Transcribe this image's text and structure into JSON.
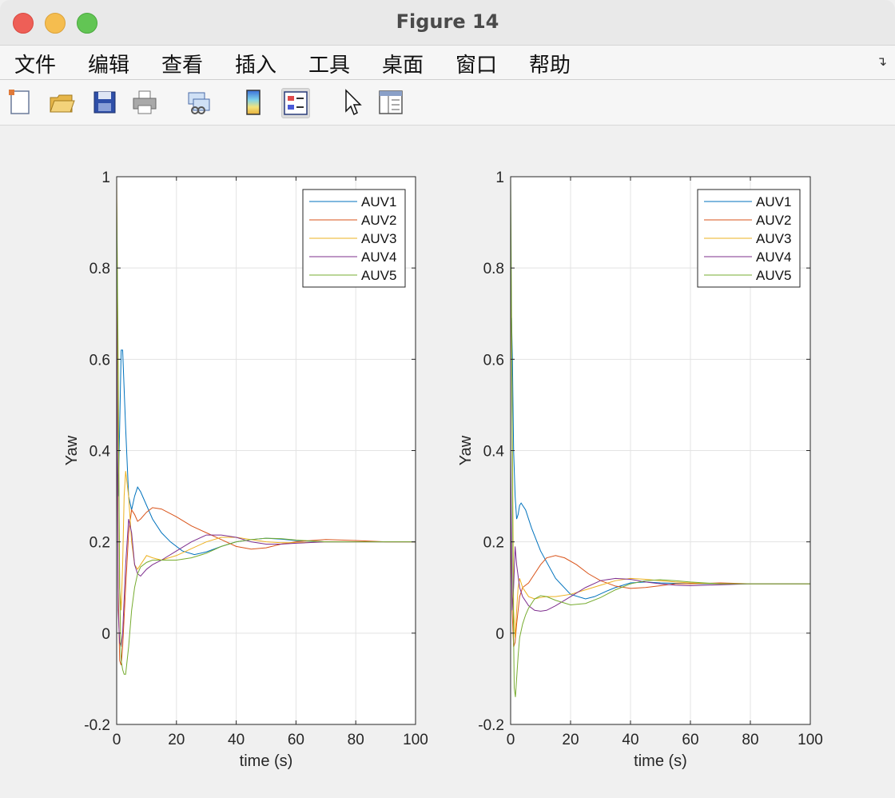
{
  "window": {
    "title": "Figure 14"
  },
  "menu": [
    "文件",
    "编辑",
    "查看",
    "插入",
    "工具",
    "桌面",
    "窗口",
    "帮助"
  ],
  "toolbar": [
    {
      "name": "new-figure-icon"
    },
    {
      "name": "open-file-icon"
    },
    {
      "name": "save-icon"
    },
    {
      "name": "print-icon"
    },
    {
      "name": "link-icon"
    },
    {
      "name": "colorbar-icon"
    },
    {
      "name": "legend-icon"
    },
    {
      "name": "pointer-icon"
    },
    {
      "name": "property-editor-icon"
    }
  ],
  "colors": {
    "AUV1": "#0072BD",
    "AUV2": "#D95319",
    "AUV3": "#EDB120",
    "AUV4": "#7E2F8E",
    "AUV5": "#77AC30"
  },
  "chart_data": [
    {
      "type": "line",
      "xlabel": "time (s)",
      "ylabel": "Yaw",
      "xlim": [
        0,
        100
      ],
      "ylim": [
        -0.2,
        1
      ],
      "xticks": [
        0,
        20,
        40,
        60,
        80,
        100
      ],
      "yticks": [
        -0.2,
        0,
        0.2,
        0.4,
        0.6,
        0.8,
        1
      ],
      "ytick_labels": [
        "-0.2",
        "0",
        "0.2",
        "0.4",
        "0.6",
        "0.8",
        "1"
      ],
      "grid": true,
      "legend": "top-right",
      "series": [
        {
          "name": "AUV1",
          "x": [
            0,
            0.5,
            1,
            1.5,
            2,
            3,
            4,
            5,
            6,
            7,
            8,
            10,
            12,
            15,
            18,
            22,
            26,
            30,
            35,
            40,
            45,
            50,
            55,
            60,
            70,
            80,
            90,
            100
          ],
          "y": [
            0.5,
            0.3,
            0.45,
            0.62,
            0.62,
            0.45,
            0.3,
            0.27,
            0.3,
            0.32,
            0.31,
            0.28,
            0.25,
            0.22,
            0.2,
            0.18,
            0.172,
            0.178,
            0.19,
            0.2,
            0.205,
            0.208,
            0.206,
            0.203,
            0.2,
            0.2,
            0.2,
            0.2
          ]
        },
        {
          "name": "AUV2",
          "x": [
            0,
            0.5,
            1,
            1.5,
            2,
            3,
            4,
            5,
            6,
            7,
            8,
            10,
            12,
            15,
            20,
            25,
            30,
            35,
            40,
            45,
            50,
            55,
            60,
            65,
            70,
            80,
            90,
            100
          ],
          "y": [
            0.8,
            0.1,
            -0.06,
            -0.07,
            -0.03,
            0.1,
            0.22,
            0.27,
            0.26,
            0.245,
            0.25,
            0.265,
            0.275,
            0.272,
            0.255,
            0.235,
            0.22,
            0.205,
            0.19,
            0.184,
            0.187,
            0.195,
            0.2,
            0.203,
            0.205,
            0.203,
            0.2,
            0.2
          ]
        },
        {
          "name": "AUV3",
          "x": [
            0,
            0.5,
            1,
            1.5,
            2,
            2.5,
            3,
            4,
            5,
            6,
            7,
            8,
            10,
            12,
            15,
            20,
            25,
            30,
            35,
            40,
            45,
            50,
            55,
            60,
            70,
            80,
            90,
            100
          ],
          "y": [
            1,
            0.5,
            0.1,
            0.05,
            0.15,
            0.3,
            0.355,
            0.3,
            0.2,
            0.15,
            0.14,
            0.15,
            0.17,
            0.165,
            0.16,
            0.17,
            0.185,
            0.2,
            0.21,
            0.21,
            0.205,
            0.2,
            0.198,
            0.198,
            0.2,
            0.2,
            0.2,
            0.2
          ]
        },
        {
          "name": "AUV4",
          "x": [
            0,
            0.5,
            1,
            1.5,
            2,
            3,
            4,
            5,
            6,
            7,
            8,
            10,
            12,
            15,
            20,
            25,
            30,
            35,
            40,
            45,
            50,
            55,
            60,
            70,
            80,
            90,
            100
          ],
          "y": [
            0.75,
            0.05,
            -0.02,
            -0.03,
            0,
            0.15,
            0.25,
            0.22,
            0.15,
            0.13,
            0.125,
            0.14,
            0.15,
            0.16,
            0.18,
            0.2,
            0.215,
            0.215,
            0.21,
            0.2,
            0.195,
            0.195,
            0.197,
            0.2,
            0.2,
            0.2,
            0.2
          ]
        },
        {
          "name": "AUV5",
          "x": [
            0,
            0.5,
            1,
            1.5,
            2,
            2.5,
            3,
            4,
            5,
            6,
            7,
            8,
            10,
            12,
            15,
            20,
            25,
            30,
            35,
            40,
            45,
            50,
            55,
            60,
            70,
            80,
            90,
            100
          ],
          "y": [
            0.95,
            0.6,
            0.1,
            -0.06,
            -0.08,
            -0.09,
            -0.09,
            -0.03,
            0.05,
            0.1,
            0.13,
            0.145,
            0.155,
            0.16,
            0.16,
            0.16,
            0.165,
            0.175,
            0.19,
            0.2,
            0.205,
            0.208,
            0.207,
            0.204,
            0.2,
            0.2,
            0.2,
            0.2
          ]
        }
      ]
    },
    {
      "type": "line",
      "xlabel": "time (s)",
      "ylabel": "Yaw",
      "xlim": [
        0,
        100
      ],
      "ylim": [
        -0.2,
        1
      ],
      "xticks": [
        0,
        20,
        40,
        60,
        80,
        100
      ],
      "yticks": [
        -0.2,
        0,
        0.2,
        0.4,
        0.6,
        0.8,
        1
      ],
      "ytick_labels": [
        "-0.2",
        "0",
        "0.2",
        "0.4",
        "0.6",
        "0.8",
        "1"
      ],
      "grid": true,
      "legend": "top-right",
      "series": [
        {
          "name": "AUV1",
          "x": [
            0,
            0.3,
            0.6,
            1,
            1.5,
            2,
            2.5,
            3,
            3.5,
            5,
            7,
            10,
            15,
            20,
            25,
            28,
            32,
            35,
            40,
            45,
            50,
            60,
            70,
            80,
            90,
            100
          ],
          "y": [
            0.7,
            0.69,
            0.6,
            0.4,
            0.3,
            0.25,
            0.26,
            0.28,
            0.285,
            0.27,
            0.23,
            0.18,
            0.12,
            0.085,
            0.075,
            0.08,
            0.092,
            0.1,
            0.11,
            0.112,
            0.11,
            0.108,
            0.108,
            0.108,
            0.108,
            0.108
          ]
        },
        {
          "name": "AUV2",
          "x": [
            0,
            0.5,
            1,
            1.5,
            2,
            3,
            4,
            6,
            8,
            10,
            12,
            15,
            18,
            22,
            26,
            30,
            35,
            40,
            45,
            50,
            55,
            60,
            70,
            80,
            90,
            100
          ],
          "y": [
            0.3,
            0.05,
            -0.03,
            -0.02,
            0.02,
            0.08,
            0.1,
            0.11,
            0.13,
            0.15,
            0.165,
            0.17,
            0.165,
            0.15,
            0.13,
            0.115,
            0.103,
            0.098,
            0.1,
            0.104,
            0.108,
            0.108,
            0.11,
            0.108,
            0.108,
            0.108
          ]
        },
        {
          "name": "AUV3",
          "x": [
            0,
            0.5,
            1,
            1.5,
            2,
            2.5,
            3,
            4,
            6,
            8,
            10,
            12,
            15,
            20,
            25,
            30,
            35,
            40,
            45,
            50,
            55,
            60,
            70,
            80,
            90,
            100
          ],
          "y": [
            0.9,
            0.5,
            0.05,
            -0.01,
            0.05,
            0.1,
            0.12,
            0.1,
            0.08,
            0.075,
            0.078,
            0.08,
            0.08,
            0.085,
            0.095,
            0.105,
            0.115,
            0.12,
            0.118,
            0.115,
            0.112,
            0.11,
            0.108,
            0.108,
            0.108,
            0.108
          ]
        },
        {
          "name": "AUV4",
          "x": [
            0,
            0.5,
            1,
            1.5,
            2,
            3,
            4,
            6,
            8,
            10,
            12,
            15,
            20,
            25,
            30,
            35,
            40,
            45,
            50,
            55,
            60,
            70,
            80,
            90,
            100
          ],
          "y": [
            0.4,
            0.05,
            0.1,
            0.19,
            0.15,
            0.1,
            0.08,
            0.06,
            0.05,
            0.048,
            0.05,
            0.06,
            0.08,
            0.1,
            0.115,
            0.12,
            0.118,
            0.112,
            0.108,
            0.105,
            0.104,
            0.106,
            0.108,
            0.108,
            0.108
          ]
        },
        {
          "name": "AUV5",
          "x": [
            0,
            0.4,
            0.8,
            1.2,
            1.6,
            2,
            2.5,
            3,
            4,
            5,
            6,
            8,
            10,
            12,
            15,
            20,
            25,
            30,
            35,
            40,
            45,
            50,
            55,
            60,
            70,
            80,
            90,
            100
          ],
          "y": [
            1,
            0.6,
            0.1,
            -0.12,
            -0.14,
            -0.1,
            -0.05,
            -0.01,
            0.02,
            0.04,
            0.055,
            0.075,
            0.082,
            0.08,
            0.072,
            0.062,
            0.065,
            0.078,
            0.095,
            0.108,
            0.115,
            0.117,
            0.115,
            0.112,
            0.108,
            0.108,
            0.108,
            0.108
          ]
        }
      ]
    }
  ]
}
